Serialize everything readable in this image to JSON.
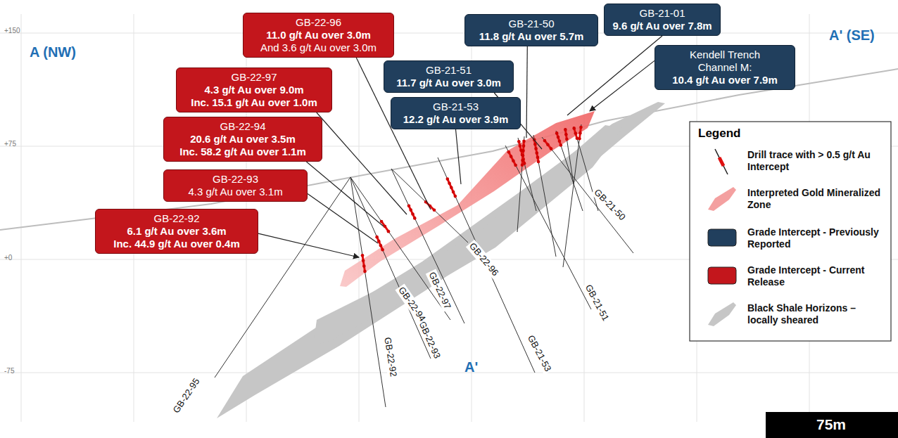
{
  "diagram": {
    "nodes": [
      {
        "text": [
          "GB-22-96",
          "11.0 g/t Au over 3.0m",
          "And 3.6 g/t Au over 3.0m"
        ]
      },
      {
        "text": [
          "GB-21-50",
          "11.8 g/t Au over 5.7m"
        ]
      },
      {
        "text": [
          "GB-21-01",
          "9.6 g/t Au over 7.8m"
        ]
      },
      {
        "text": [
          "GB-22-97",
          "4.3 g/t Au over 9.0m",
          "Inc. 15.1 g/t Au over 1.0m"
        ]
      },
      {
        "text": [
          "GB-21-51",
          "11.7 g/t Au over 3.0m"
        ]
      },
      {
        "text": [
          "Kendell Trench Channel M:",
          "10.4 g/t Au over 7.9m"
        ]
      },
      {
        "text": [
          "GB-21-53",
          "12.2 g/t Au over 3.9m"
        ]
      },
      {
        "text": [
          "GB-22-94",
          "20.6 g/t Au over 3.5m",
          "Inc. 58.2 g/t Au over 1.1m"
        ]
      },
      {
        "text": [
          "GB-22-93",
          "4.3 g/t Au over 3.1m"
        ]
      },
      {
        "text": [
          "GB-22-92",
          "6.1 g/t Au over 3.6m",
          "Inc. 44.9 g/t Au over 0.4m"
        ]
      }
    ],
    "labels": [
      "A (NW)",
      "A' (SE)",
      "A'",
      "+150",
      "+75",
      "+0",
      "-75",
      "GB-22-95",
      "GB-22-92",
      "GB-22-93",
      "GB-22-94",
      "GB-22-97",
      "GB-22-96",
      "GB-21-53",
      "GB-21-51",
      "GB-21-50",
      "Legend",
      "75m"
    ],
    "legend": [
      {
        "text": "Drill trace with > 0.5 g/t Au Intercept"
      },
      {
        "text": "Interpreted Gold Mineralized Zone",
        "color": "#f4a0a0"
      },
      {
        "text": "Grade Intercept - Previously Reported",
        "color": "#213f5d"
      },
      {
        "text": "Grade Intercept - Current Release",
        "color": "#c3161c"
      },
      {
        "text": "Black Shale Horizons – locally sheared",
        "color": "#c6c6c6"
      }
    ]
  }
}
